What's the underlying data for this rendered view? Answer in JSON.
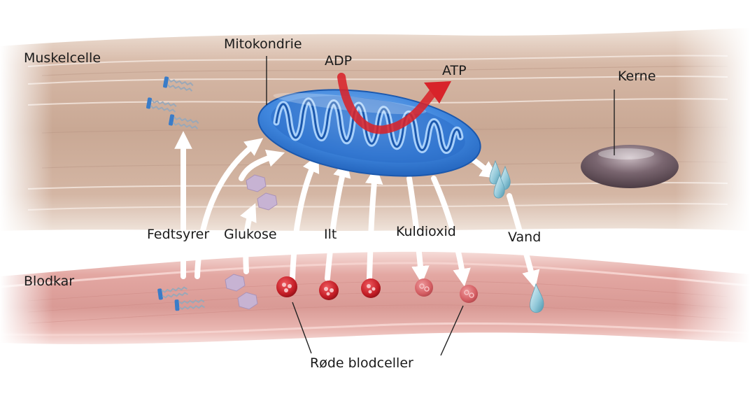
{
  "labels": {
    "muscle_cell": "Muskelcelle",
    "blood_vessel": "Blodkar",
    "mitochondrion": "Mitokondrie",
    "adp": "ADP",
    "atp": "ATP",
    "nucleus": "Kerne",
    "fatty_acids": "Fedtsyrer",
    "glucose": "Glukose",
    "oxygen": "Ilt",
    "carbon_dioxide": "Kuldioxid",
    "water": "Vand",
    "red_blood_cells": "Røde blodceller"
  },
  "colors": {
    "muscle": "#d9bfae",
    "muscle_dark": "#b48e79",
    "vessel": "#e7b7b2",
    "vessel_wall": "#f2cfcb",
    "mitochondrion": "#3f86dd",
    "mitochondrion_dark": "#1f5fb8",
    "arrow_red": "#d8232a",
    "rbc": "#c21d25",
    "nucleus": "#6f5a63",
    "glucose": "#c7b3d3",
    "water": "#8fc7d8"
  }
}
